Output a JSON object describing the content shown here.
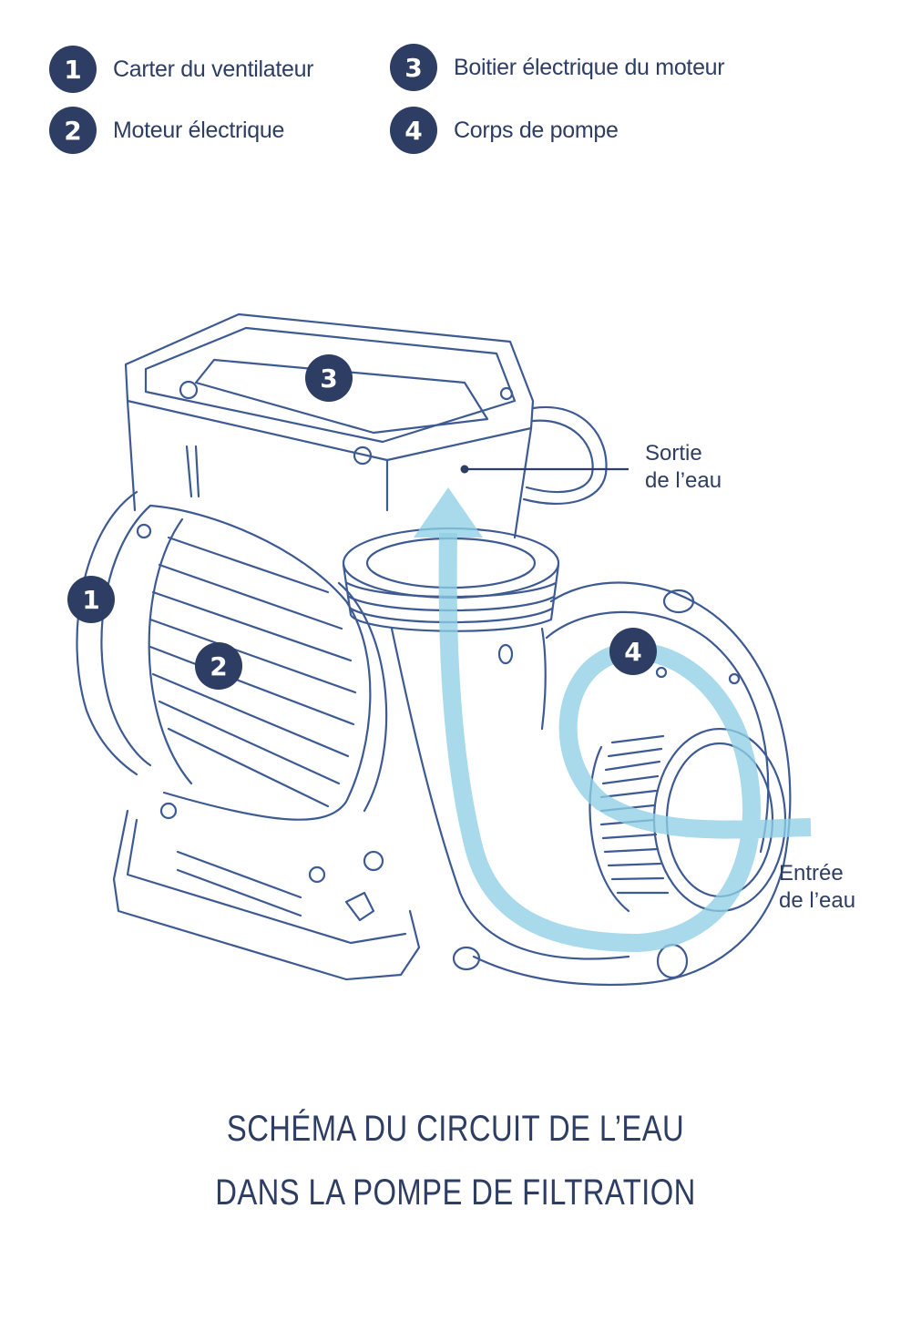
{
  "legend": [
    {
      "number": "1",
      "label": "Carter du ventilateur"
    },
    {
      "number": "2",
      "label": "Moteur électrique"
    },
    {
      "number": "3",
      "label": "Boitier électrique du moteur"
    },
    {
      "number": "4",
      "label": "Corps de pompe"
    }
  ],
  "markers": {
    "fan_cover": "1",
    "motor": "2",
    "electrical_box": "3",
    "pump_body": "4"
  },
  "callouts": {
    "outlet_line1": "Sortie",
    "outlet_line2": "de l’eau",
    "inlet_line1": "Entrée",
    "inlet_line2": "de l’eau"
  },
  "title": {
    "line1": "SCHÉMA DU CIRCUIT DE L’EAU",
    "line2": "DANS LA POMPE DE FILTRATION"
  },
  "colors": {
    "navy": "#2d3d63",
    "line_art": "#3d5a93",
    "water_flow": "#8fd0e6"
  }
}
